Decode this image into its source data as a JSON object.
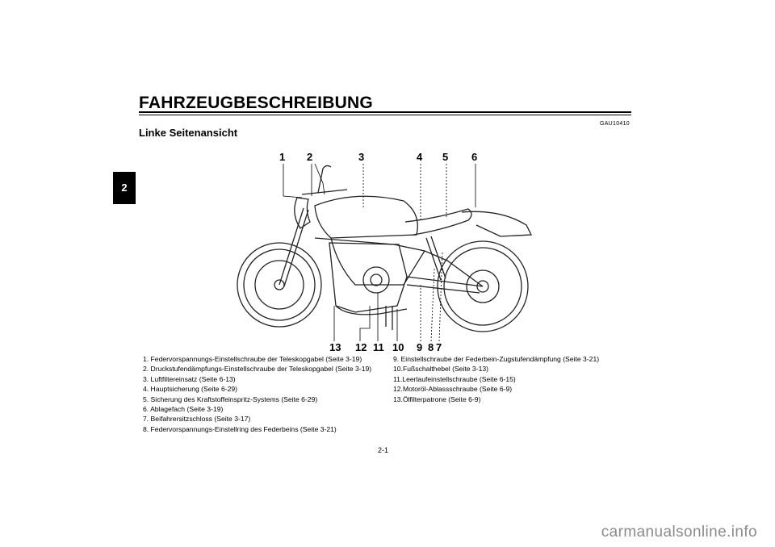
{
  "chapter_number": "2",
  "title": "FAHRZEUGBESCHREIBUNG",
  "section_code": "GAU10410",
  "subtitle": "Linke Seitenansicht",
  "callouts_top": [
    "1",
    "2",
    "3",
    "4",
    "5",
    "6"
  ],
  "callouts_bottom": [
    "13",
    "12",
    "11",
    "10",
    "9",
    "8",
    "7"
  ],
  "parts_left": [
    "1. Federvorspannungs-Einstellschraube der Teleskopgabel (Seite 3-19)",
    "2. Druckstufendämpfungs-Einstellschraube der Teleskopgabel (Seite 3-19)",
    "3. Luftfiltereinsatz (Seite 6-13)",
    "4. Hauptsicherung (Seite 6-29)",
    "5. Sicherung des Kraftstoffeinspritz-Systems (Seite 6-29)",
    "6. Ablagefach (Seite 3-19)",
    "7. Beifahrersitzschloss (Seite 3-17)",
    "8. Federvorspannungs-Einstellring des Federbeins (Seite 3-21)"
  ],
  "parts_right": [
    "9.  Einstellschraube der Federbein-Zugstufendämpfung (Seite 3-21)",
    "10.Fußschalthebel (Seite 3-13)",
    "11.Leerlaufeinstellschraube (Seite 6-15)",
    "12.Motoröl-Ablassschraube (Seite 6-9)",
    "13.Ölfilterpatrone (Seite 6-9)"
  ],
  "page_number": "2-1",
  "watermark": "carmanualsonline.info"
}
